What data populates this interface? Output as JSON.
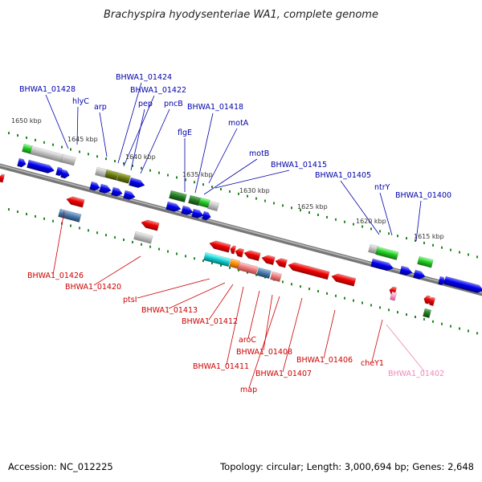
{
  "title": "Brachyspira hyodysenteriae WA1, complete genome",
  "footer": {
    "accession": "Accession: NC_012225",
    "summary": "Topology: circular; Length: 3,000,694 bp; Genes: 2,648"
  },
  "colors": {
    "forward_label": "#0000aa",
    "reverse_label": "#cc0000",
    "pink_label": "#ee88bb",
    "backbone": "#777777",
    "ticks": "#228822"
  },
  "scale": {
    "ticks": [
      {
        "label": "1650 kbp"
      },
      {
        "label": "1645 kbp"
      },
      {
        "label": "1640 kbp"
      },
      {
        "label": "1635 kbp"
      },
      {
        "label": "1630 kbp"
      },
      {
        "label": "1625 kbp"
      },
      {
        "label": "1620 kbp"
      },
      {
        "label": "1615 kbp"
      }
    ]
  },
  "forward_labels": [
    {
      "name": "BHWA1_01428"
    },
    {
      "name": "hlyC"
    },
    {
      "name": "arp"
    },
    {
      "name": "BHWA1_01424"
    },
    {
      "name": "BHWA1_01422"
    },
    {
      "name": "pep"
    },
    {
      "name": "pncB"
    },
    {
      "name": "flgE"
    },
    {
      "name": "BHWA1_01418"
    },
    {
      "name": "motA"
    },
    {
      "name": "motB"
    },
    {
      "name": "BHWA1_01415"
    },
    {
      "name": "BHWA1_01405"
    },
    {
      "name": "ntrY"
    },
    {
      "name": "BHWA1_01400"
    }
  ],
  "reverse_labels": [
    {
      "name": "BHWA1_01426"
    },
    {
      "name": "BHWA1_01420"
    },
    {
      "name": "ptsI"
    },
    {
      "name": "BHWA1_01413"
    },
    {
      "name": "BHWA1_01412"
    },
    {
      "name": "aroC"
    },
    {
      "name": "BHWA1_01408"
    },
    {
      "name": "BHWA1_01411"
    },
    {
      "name": "BHWA1_01407"
    },
    {
      "name": "map"
    },
    {
      "name": "BHWA1_01406"
    },
    {
      "name": "cheY1"
    },
    {
      "name": "BHWA1_01402"
    }
  ]
}
